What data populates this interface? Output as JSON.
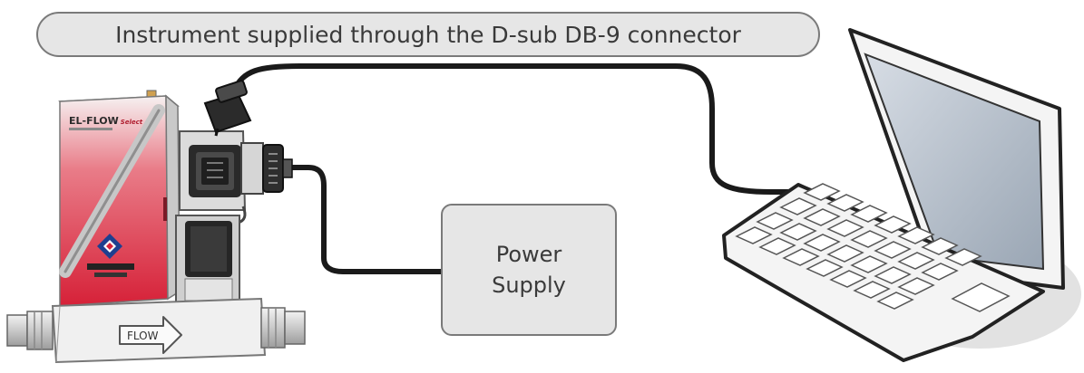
{
  "caption": "Instrument supplied through the D-sub DB-9 connector",
  "power_supply": {
    "line1": "Power",
    "line2": "Supply"
  },
  "instrument": {
    "brand": "EL-FLOW",
    "brand_suffix": "Select",
    "flow_label": "FLOW"
  },
  "colors": {
    "cable": "#1a1a1a",
    "box_fill": "#e6e6e6",
    "box_border": "#7a7a7a",
    "instrument_red": "#d9223a",
    "laptop_screen": "#b4bfcc"
  }
}
